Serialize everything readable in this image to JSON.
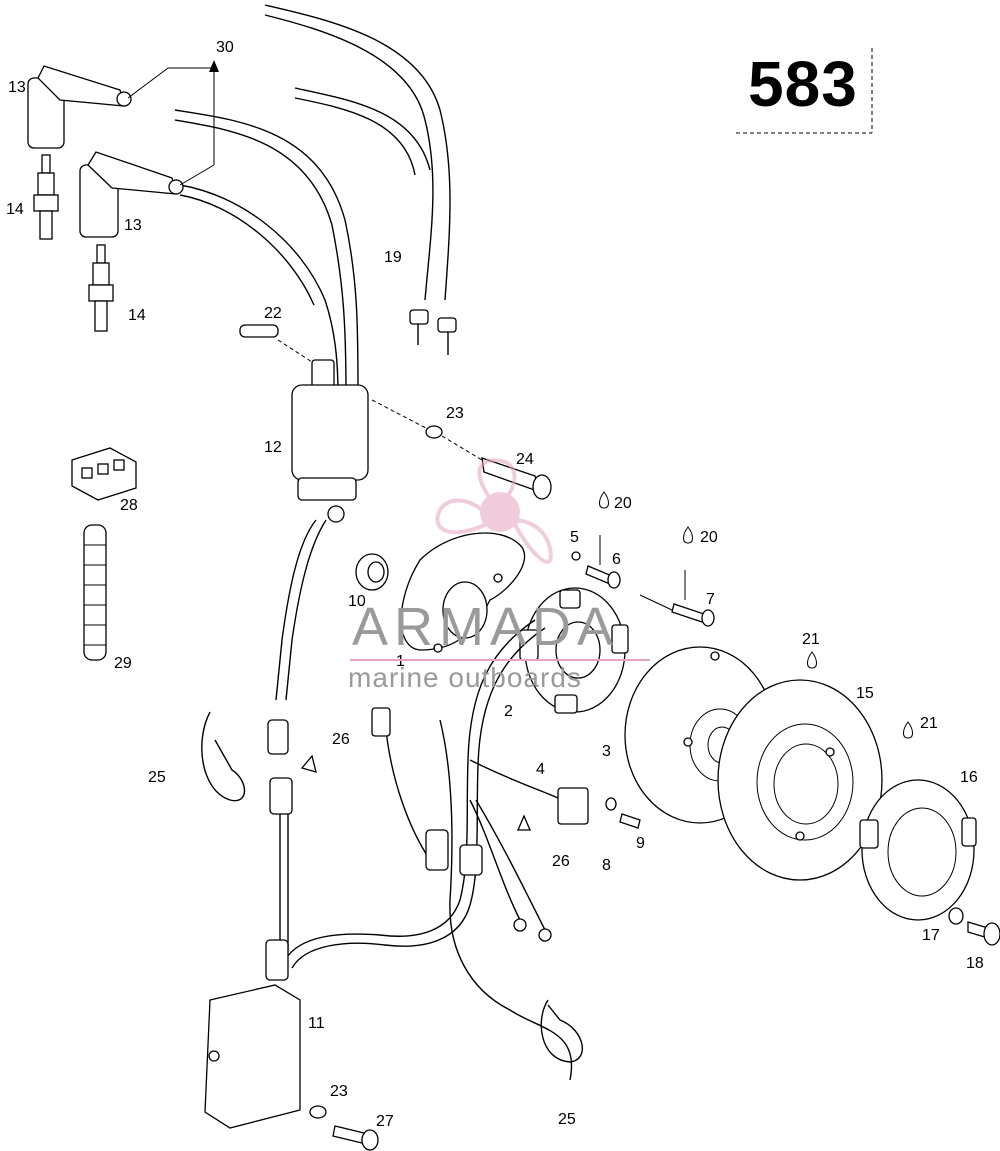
{
  "diagram": {
    "page_number": "583",
    "callouts": [
      {
        "id": "c30",
        "text": "30"
      },
      {
        "id": "c13a",
        "text": "13"
      },
      {
        "id": "c13b",
        "text": "13"
      },
      {
        "id": "c14a",
        "text": "14"
      },
      {
        "id": "c14b",
        "text": "14"
      },
      {
        "id": "c19",
        "text": "19"
      },
      {
        "id": "c22",
        "text": "22"
      },
      {
        "id": "c23a",
        "text": "23"
      },
      {
        "id": "c12",
        "text": "12"
      },
      {
        "id": "c24",
        "text": "24"
      },
      {
        "id": "c28",
        "text": "28"
      },
      {
        "id": "c20a",
        "text": "20"
      },
      {
        "id": "c5",
        "text": "5"
      },
      {
        "id": "c6",
        "text": "6"
      },
      {
        "id": "c20b",
        "text": "20"
      },
      {
        "id": "c7",
        "text": "7"
      },
      {
        "id": "c10",
        "text": "10"
      },
      {
        "id": "c1",
        "text": "1"
      },
      {
        "id": "c29",
        "text": "29"
      },
      {
        "id": "c21a",
        "text": "21"
      },
      {
        "id": "c15",
        "text": "15"
      },
      {
        "id": "c2",
        "text": "2"
      },
      {
        "id": "c21b",
        "text": "21"
      },
      {
        "id": "c3",
        "text": "3"
      },
      {
        "id": "c26a",
        "text": "26"
      },
      {
        "id": "c25a",
        "text": "25"
      },
      {
        "id": "c4",
        "text": "4"
      },
      {
        "id": "c16",
        "text": "16"
      },
      {
        "id": "c9",
        "text": "9"
      },
      {
        "id": "c26b",
        "text": "26"
      },
      {
        "id": "c8",
        "text": "8"
      },
      {
        "id": "c17",
        "text": "17"
      },
      {
        "id": "c18",
        "text": "18"
      },
      {
        "id": "c11",
        "text": "11"
      },
      {
        "id": "c23b",
        "text": "23"
      },
      {
        "id": "c27",
        "text": "27"
      },
      {
        "id": "c25b",
        "text": "25"
      }
    ]
  },
  "watermark": {
    "title": "ARMADA",
    "subtitle": "marine outboards",
    "color": "#e7a3c2"
  }
}
